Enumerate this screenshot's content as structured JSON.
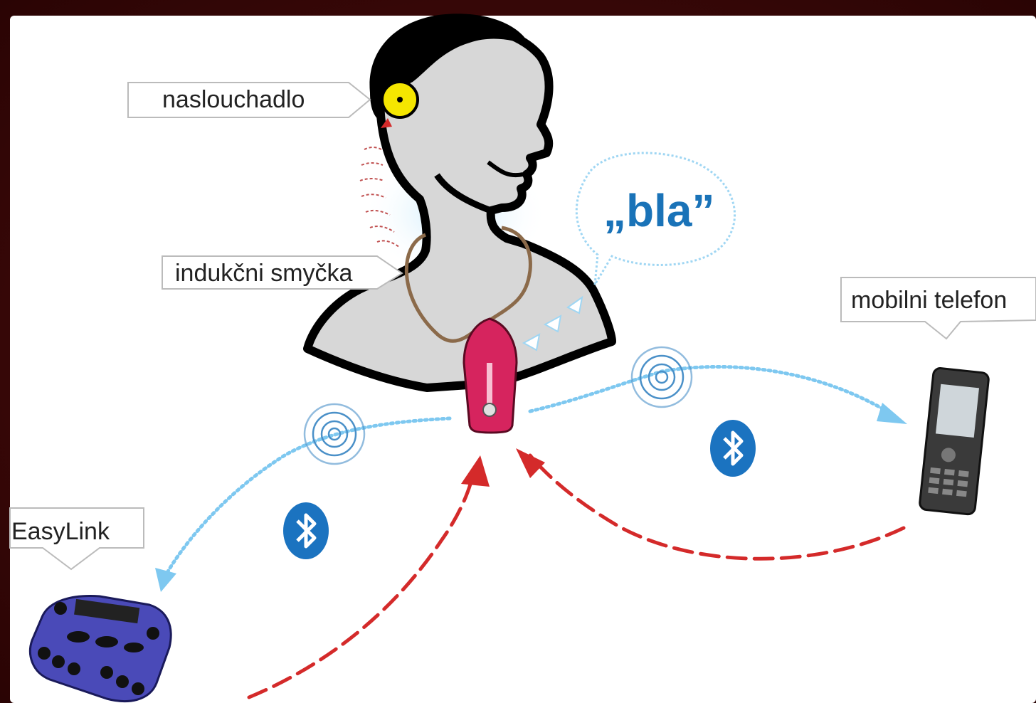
{
  "labels": {
    "hearing_aid": "naslouchadlo",
    "induction_loop": "indukčni smyčka",
    "mobile_phone": "mobilni telefon",
    "easylink": "EasyLink"
  },
  "speech_bubble": {
    "text": "„bla”"
  },
  "colors": {
    "wireless_arrow": "#7ec8f0",
    "audio_arrow": "#d42a2a",
    "streamer": "#d6245e",
    "hearing_aid": "#f5e600",
    "bluetooth": "#1b73c0",
    "easylink_device": "#4a4ab8"
  },
  "icons": [
    "bluetooth-icon",
    "bluetooth-icon",
    "wireless-signal-icon",
    "wireless-signal-icon",
    "mobile-phone-icon",
    "easylink-device-icon",
    "hearing-aid-icon",
    "streamer-device-icon"
  ]
}
